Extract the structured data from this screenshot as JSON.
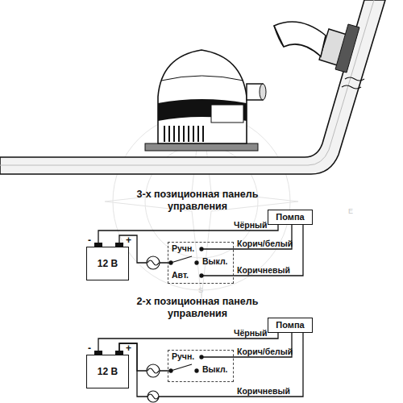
{
  "diagram": {
    "nodes": [
      {
        "text": [
          "Помпа"
        ]
      },
      {
        "text": [
          "12 В"
        ]
      },
      {
        "text": [
          "Ручн.",
          "Выкл.",
          "Авт."
        ]
      },
      {
        "text": [
          "Помпа"
        ]
      },
      {
        "text": [
          "12 В"
        ]
      },
      {
        "text": [
          "Ручн.",
          "Выкл."
        ]
      }
    ],
    "edges": [
      {
        "from": 1,
        "to": 0,
        "arrow": "none",
        "label": "Чёрный"
      },
      {
        "from": 1,
        "to": 2,
        "arrow": "none"
      },
      {
        "from": 2,
        "to": 0,
        "arrow": "none",
        "label": "Корич/белый"
      },
      {
        "from": 2,
        "to": 0,
        "arrow": "none",
        "label": "Коричневый"
      },
      {
        "from": 4,
        "to": 3,
        "arrow": "none",
        "label": "Чёрный"
      },
      {
        "from": 4,
        "to": 5,
        "arrow": "none"
      },
      {
        "from": 5,
        "to": 3,
        "arrow": "none",
        "label": "Корич/белый"
      },
      {
        "from": 4,
        "to": 3,
        "arrow": "none",
        "label": "Коричневый"
      }
    ],
    "labels": [
      "3-х позиционная панель управления",
      "-",
      "+",
      "2-х позиционная панель управления",
      "-",
      "+",
      "E",
      "S"
    ]
  }
}
